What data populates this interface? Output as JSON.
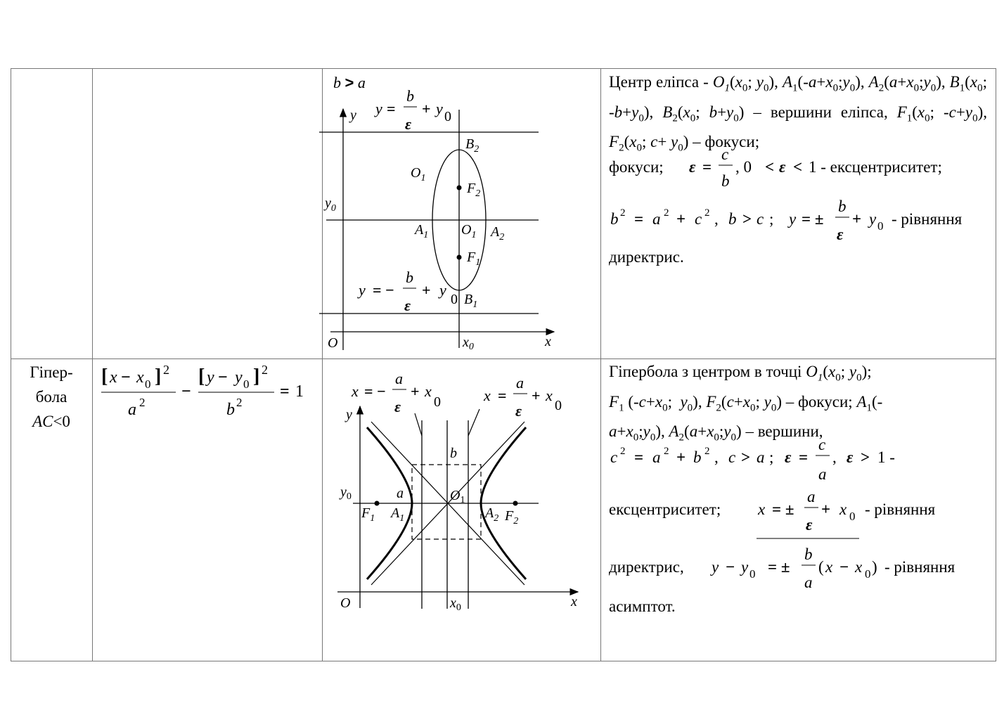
{
  "row1": {
    "diagram": {
      "cond": "b > a",
      "dir_top": "y = b/ε + y0",
      "dir_bottom": "y = − b/ε + y0",
      "labels": [
        "y",
        "x",
        "O",
        "x0",
        "y0",
        "O1",
        "O1",
        "A1",
        "A2",
        "B1",
        "B2",
        "F1",
        "F2"
      ]
    },
    "desc": {
      "p1": "Центр еліпса - O1(x0; y0), A1(-a+x0;y0), A2(a+x0;y0), B1(x0; -b+y0), B2(x0; b+y0) – вершини еліпса, F1(x0; -c+y0), F2(x0; c+ y0) – фокуси;",
      "ecc": "ε = c/b, 0 < ε < 1 - ексцентриситет;",
      "rel": "b² = a² + c², b > c; y = ± b/ε + y0 - рівняння",
      "end": "директрис."
    }
  },
  "row2": {
    "name_lines": [
      "Гіпер-",
      "бола",
      "AC<0"
    ],
    "equation": "(x − x0)²/a² − (y − y0)²/b² = 1",
    "diagram": {
      "dir_left": "x = − a/ε + x0",
      "dir_right": "x = a/ε + x0",
      "labels": [
        "y",
        "x",
        "O",
        "x0",
        "y0",
        "a",
        "b",
        "O1",
        "F1",
        "A1",
        "A2",
        "F2"
      ]
    },
    "desc": {
      "p1": "Гіпербола з центром в точці O1(x0; y0); F1 (-c+x0; y0), F2(c+x0; y0) – фокуси; A1(-a+x0;y0), A2(a+x0;y0) – вершини,",
      "rel": "c² = a² + b², c > a; ε = c/a, ε > 1 -",
      "dir": "ексцентриситет; x = ± a/ε + x0 - рівняння",
      "asym": "директрис, y − y0 = ± b/a(x − x0) - рівняння",
      "end": "асимптот."
    }
  }
}
